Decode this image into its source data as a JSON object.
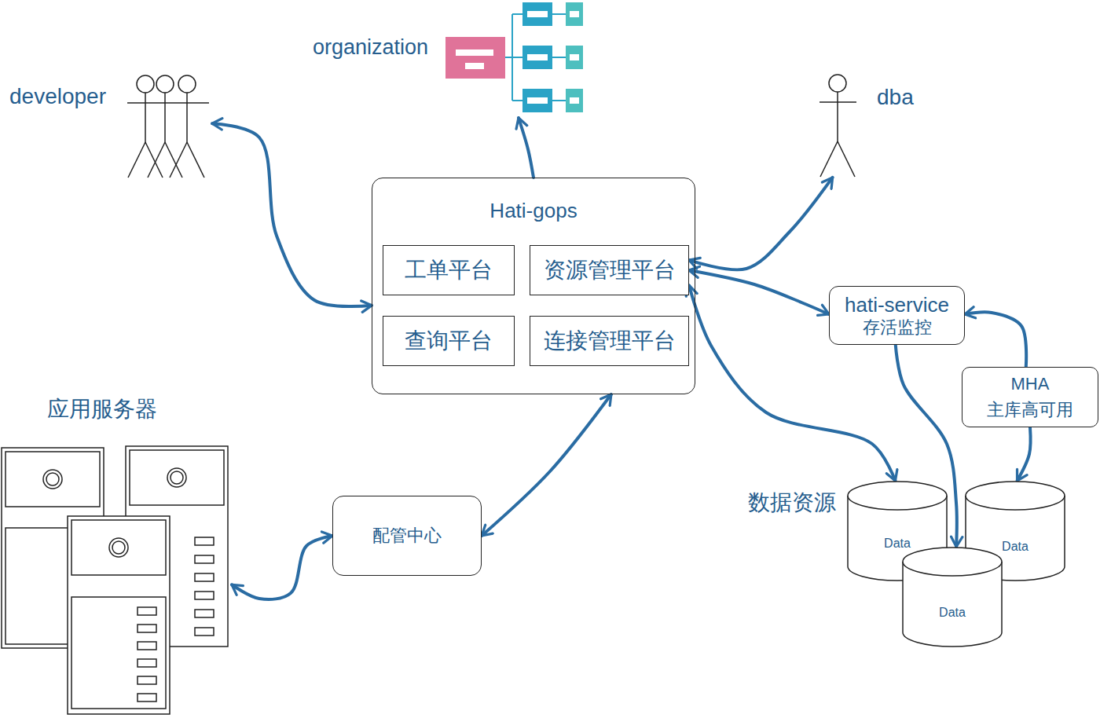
{
  "diagram": {
    "nodes": [
      {
        "text": [
          "developer"
        ]
      },
      {
        "text": [
          "organization"
        ]
      },
      {
        "text": [
          "dba"
        ]
      },
      {
        "text": [
          "Hati-gops"
        ]
      },
      {
        "text": [
          "工单平台"
        ],
        "in": 3
      },
      {
        "text": [
          "资源管理平台"
        ],
        "in": 3
      },
      {
        "text": [
          "查询平台"
        ],
        "in": 3
      },
      {
        "text": [
          "连接管理平台"
        ],
        "in": 3
      },
      {
        "text": [
          "hati-service",
          "存活监控"
        ]
      },
      {
        "text": [
          "MHA",
          "主库高可用"
        ]
      },
      {
        "text": [
          "应用服务器"
        ]
      },
      {
        "text": [
          "配管中心"
        ]
      },
      {
        "text": [
          "Data"
        ]
      },
      {
        "text": [
          "Data"
        ]
      },
      {
        "text": [
          "Data"
        ]
      }
    ],
    "edges": [
      {
        "from": 0,
        "to": 3,
        "arrow": "both"
      },
      {
        "from": 3,
        "to": 1,
        "arrow": "to"
      },
      {
        "from": 5,
        "to": 2,
        "arrow": "both"
      },
      {
        "from": 5,
        "to": 8,
        "arrow": "both"
      },
      {
        "from": 5,
        "to": 12,
        "arrow": "both"
      },
      {
        "from": 8,
        "to": 14,
        "arrow": "to"
      },
      {
        "from": 9,
        "to": 8,
        "arrow": "to"
      },
      {
        "from": 9,
        "to": 13,
        "arrow": "to"
      },
      {
        "from": 3,
        "to": 11,
        "arrow": "both"
      },
      {
        "from": 11,
        "to": 10,
        "arrow": "both"
      }
    ],
    "labels": [
      "数据资源"
    ]
  }
}
